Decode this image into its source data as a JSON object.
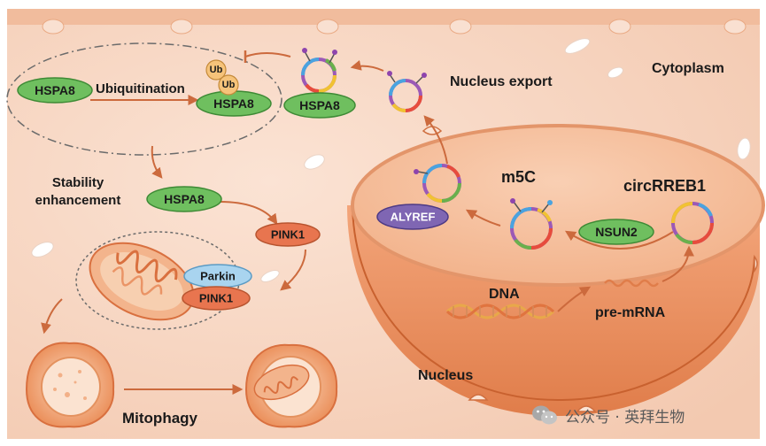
{
  "labels": {
    "cytoplasm": "Cytoplasm",
    "nucleus": "Nucleus",
    "nucleus_export": "Nucleus export",
    "ubiquitination": "Ubiquitination",
    "stability_line1": "Stability",
    "stability_line2": "enhancement",
    "m5c": "m5C",
    "circrreb1": "circRREB1",
    "dna": "DNA",
    "pre_mrna": "pre-mRNA",
    "mitophagy": "Mitophagy"
  },
  "pills": {
    "hspa8_left": "HSPA8",
    "hspa8_ub": "HSPA8",
    "hspa8_circ": "HSPA8",
    "hspa8_stab": "HSPA8",
    "pink1": "PINK1",
    "parkin": "Parkin",
    "pink1_mito": "PINK1",
    "alyref": "ALYREF",
    "nsun2": "NSUN2"
  },
  "ub": [
    "Ub",
    "Ub"
  ],
  "watermark": {
    "text": "公众号 · 英拜生物"
  },
  "colors": {
    "cytoplasm": "#f8d9c7",
    "membrane": "#f0b898",
    "nucleus_fill": "#f2ae88",
    "nucleus_rim": "#d9703f",
    "arrow": "#cc6a3d",
    "hspa8_green": "#6fbf5f",
    "pink1_orange": "#e8754f",
    "parkin_blue": "#a9d4ef",
    "alyref_purple": "#7f66b3"
  }
}
